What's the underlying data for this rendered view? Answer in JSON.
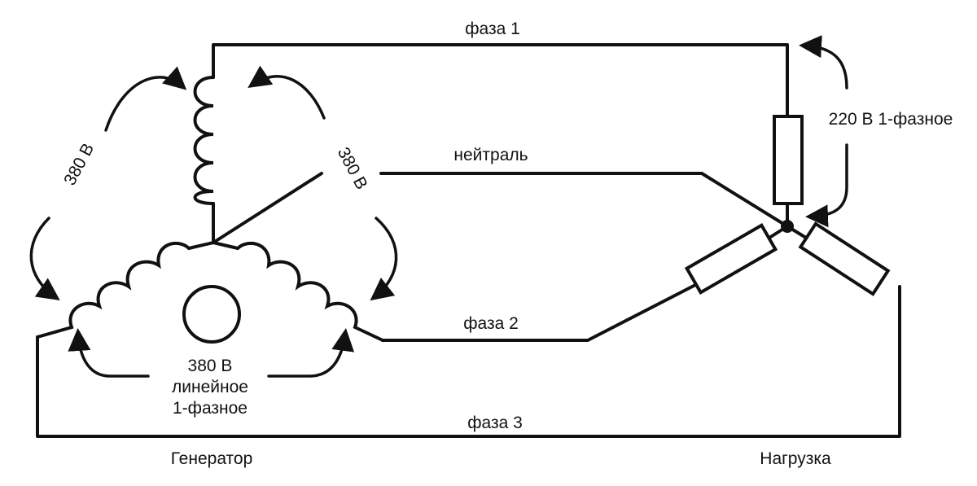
{
  "labels": {
    "phase1": "фаза 1",
    "phase2": "фаза 2",
    "phase3": "фаза 3",
    "neutral": "нейтраль",
    "line_voltage_left": "380 В",
    "line_voltage_right": "380 В",
    "line_voltage_bottom": [
      "380 В",
      "линейное",
      "1-фазное"
    ],
    "phase_voltage": "220 В 1-фазное",
    "generator": "Генератор",
    "load": "Нагрузка"
  },
  "colors": {
    "ink": "#111111",
    "background": "#ffffff"
  }
}
